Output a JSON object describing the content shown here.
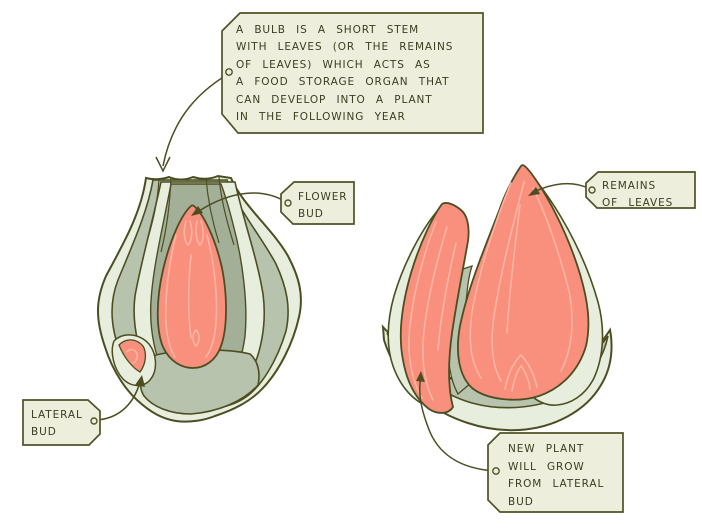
{
  "colors": {
    "background": "#ffffff",
    "tagFill": "#eeeedd",
    "tagBorder": "#515226",
    "text": "#3b3d1f",
    "outline": "#4c4e22",
    "paleGreen": "#e7eedd",
    "midGreen": "#b8c3ae",
    "darkGreen": "#a3b097",
    "pink": "#f98f7d",
    "pinkLight": "#fdb4a2"
  },
  "caption": {
    "lines": [
      "A BULB IS A SHORT STEM",
      "WITH LEAVES (OR THE REMAINS",
      "OF LEAVES) WHICH ACTS AS",
      "A FOOD STORAGE ORGAN THAT",
      "CAN DEVELOP INTO A PLANT",
      "IN THE FOLLOWING YEAR"
    ]
  },
  "labels": {
    "flower_bud": {
      "lines": [
        "FLOWER",
        "BUD"
      ]
    },
    "remains_of_leaves": {
      "lines": [
        "REMAINS",
        "OF LEAVES"
      ]
    },
    "lateral_bud": {
      "lines": [
        "LATERAL",
        "BUD"
      ]
    },
    "new_plant": {
      "lines": [
        "NEW PLANT",
        "WILL GROW",
        "FROM LATERAL",
        "BUD"
      ]
    }
  }
}
